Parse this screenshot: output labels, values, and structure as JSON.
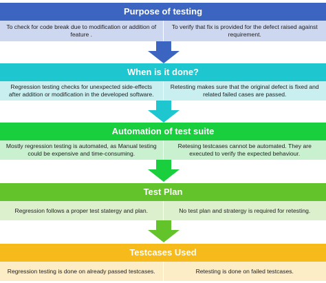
{
  "sections": [
    {
      "title": "Purpose of testing",
      "header_color": "#3b65c1",
      "row_color": "#cdd7ef",
      "left": "To check for code break due to modification or addition of feature .",
      "right": "To verify that fix is provided for the defect raised against requirement."
    },
    {
      "title": "When is it done?",
      "header_color": "#1ec7cf",
      "row_color": "#c9eff1",
      "left": "Regression testing checks for unexpected side-effects after addition or modification in the  developed software.",
      "right": "Retesting makes sure that the original defect  is fixed and related failed cases are passed."
    },
    {
      "title": "Automation of test suite",
      "header_color": "#19cf3e",
      "row_color": "#c9f0cf",
      "left": "Mostly regression testing is automated, as Manual testing could be expensive and time-consuming.",
      "right": "Retesing testcases cannot be automated. They are executed to verify the expected behaviour."
    },
    {
      "title": "Test Plan",
      "header_color": "#62c32b",
      "row_color": "#ddf0cd",
      "left": "Regression  follows a proper test statergy and plan.",
      "right": "No test plan and stratergy is required for retesting."
    },
    {
      "title": "Testcases Used",
      "header_color": "#f6ba1a",
      "row_color": "#fcedc6",
      "left": "Regression testing is done on already passed  testcases.",
      "right": "Retesting is done on failed  testcases."
    }
  ],
  "arrow_colors": [
    "#3b65c1",
    "#1ec7cf",
    "#19cf3e",
    "#62c32b"
  ]
}
